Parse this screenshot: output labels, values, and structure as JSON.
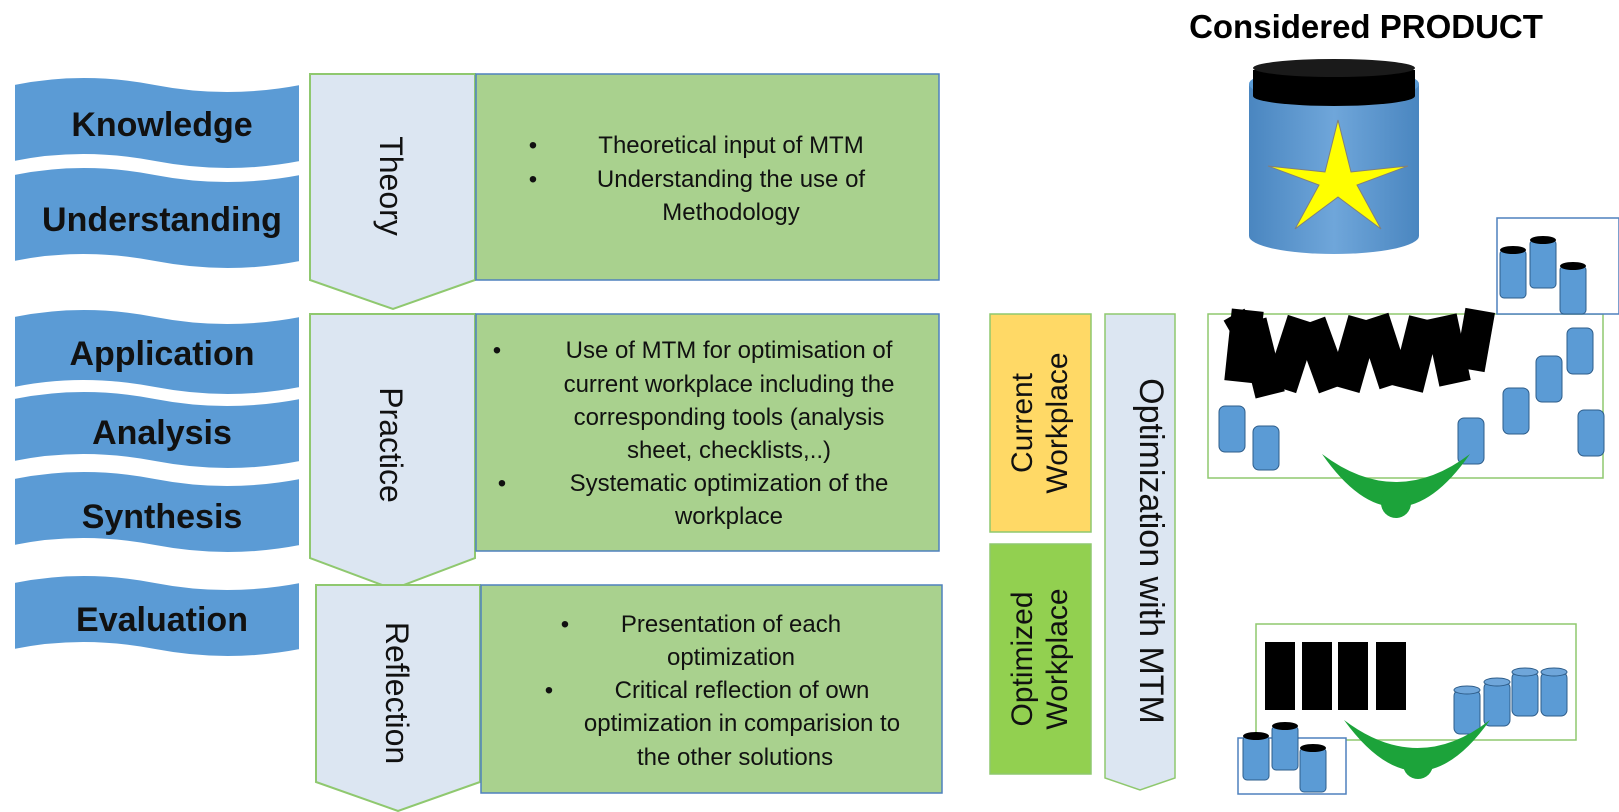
{
  "levels": {
    "knowledge": "Knowledge",
    "understanding": "Understanding",
    "application": "Application",
    "analysis": "Analysis",
    "synthesis": "Synthesis",
    "evaluation": "Evaluation"
  },
  "phases": {
    "theory": {
      "label": "Theory",
      "bullets": [
        [
          "Theoretical input of MTM"
        ],
        [
          "Understanding the use of",
          "Methodology"
        ]
      ]
    },
    "practice": {
      "label": "Practice",
      "bullets": [
        [
          "Use of MTM for optimisation of",
          "current workplace including the",
          "corresponding tools (analysis",
          "sheet, checklists,..)"
        ],
        [
          "Systematic optimization of the",
          "workplace"
        ]
      ]
    },
    "reflection": {
      "label": "Reflection",
      "bullets": [
        [
          "Presentation of each",
          "optimization"
        ],
        [
          "Critical reflection of own",
          "optimization in comparision to",
          "the other solutions"
        ]
      ]
    }
  },
  "workplace": {
    "current": [
      "Current",
      "Workplace"
    ],
    "optimized": [
      "Optimized",
      "Workplace"
    ],
    "optimization_label": "Optimization with MTM"
  },
  "product": {
    "title": "Considered PRODUCT"
  },
  "colors": {
    "wave_blue": "#5b9bd5",
    "chevron_fill": "#dce6f2",
    "content_green": "#a9d18e",
    "border_green": "#8fc86f",
    "current_yellow": "#ffd966",
    "optimized_green": "#92d050",
    "figure_green": "#1ca33a",
    "star_yellow": "#ffff00"
  },
  "icons": {
    "product": "product-cylinder-with-star-icon",
    "worker": "worker-figure-icon"
  }
}
